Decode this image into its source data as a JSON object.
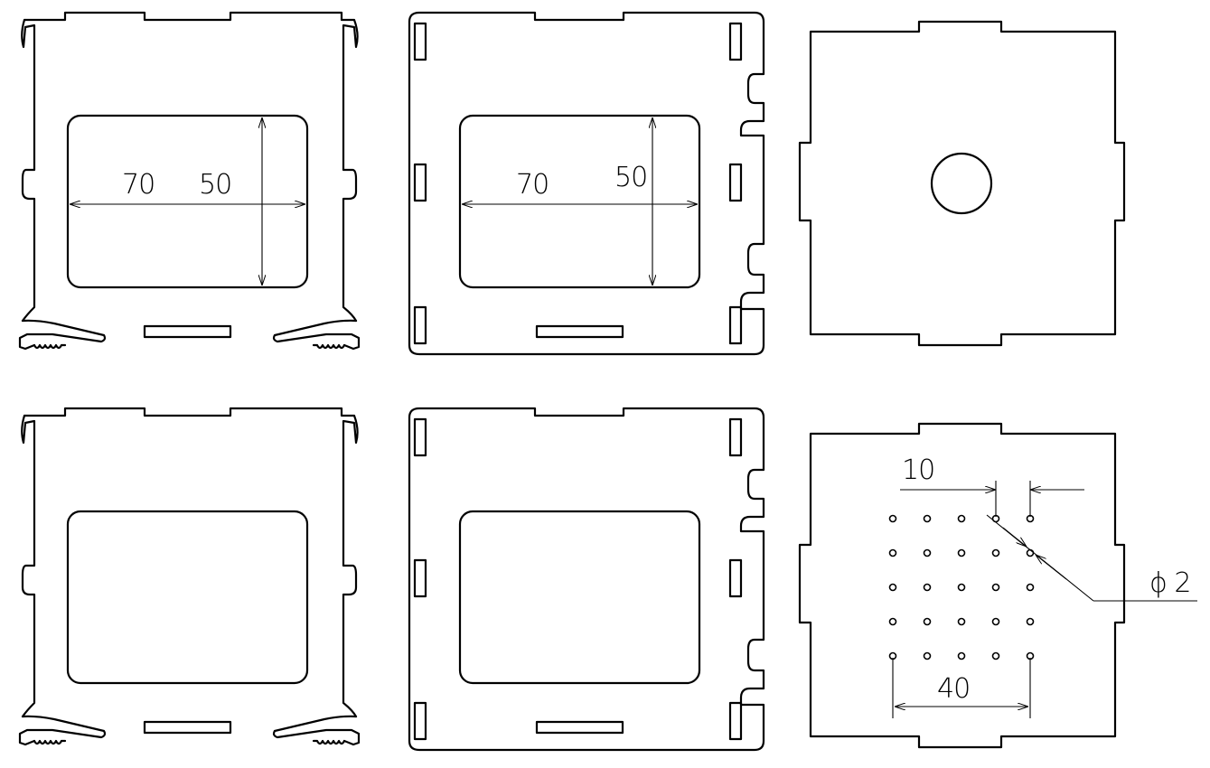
{
  "drawing": {
    "dimensions": {
      "panel_1_width": "70",
      "panel_1_height": "50",
      "panel_2_width": "70",
      "panel_2_height": "50",
      "hole_pitch": "10",
      "hole_diameter": "ϕ 2",
      "grid_span": "40"
    },
    "hole_grid": {
      "rows": 5,
      "cols": 5
    },
    "line_color": "#000000",
    "background_color": "#ffffff"
  }
}
